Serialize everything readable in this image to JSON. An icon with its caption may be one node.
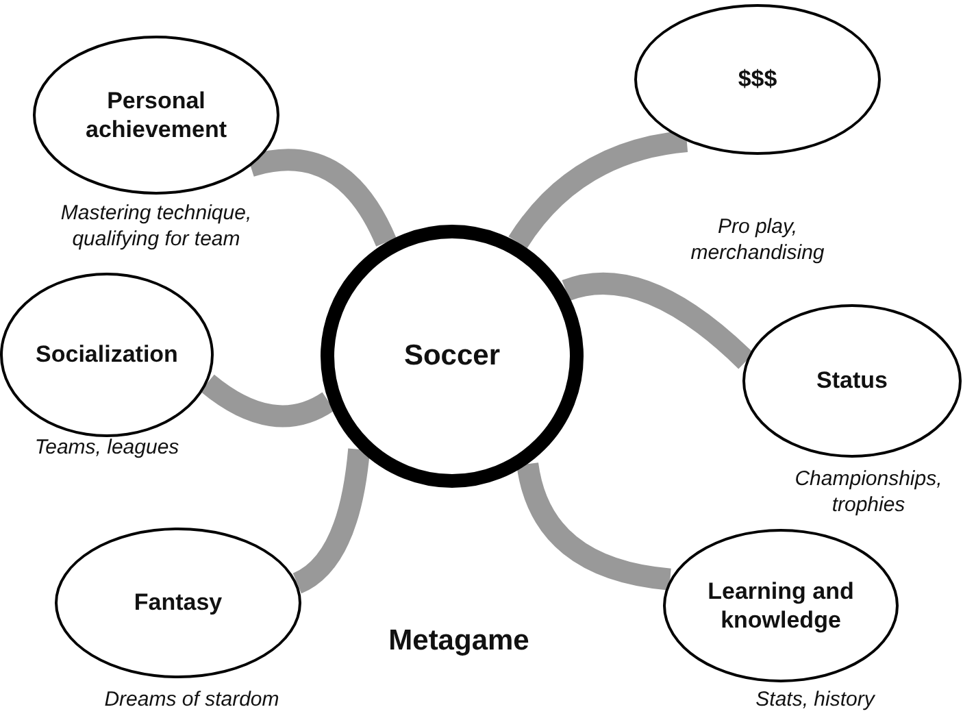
{
  "diagram": {
    "nodes": [
      {
        "text": [
          "Personal achievement"
        ],
        "beside": [
          "Mastering technique, qualifying for team"
        ]
      },
      {
        "text": [
          "$$$"
        ],
        "beside": [
          "Pro play, merchandising"
        ]
      },
      {
        "text": [
          "Soccer"
        ]
      },
      {
        "text": [
          "Socialization"
        ],
        "beside": [
          "Teams, leagues"
        ]
      },
      {
        "text": [
          "Status"
        ],
        "beside": [
          "Championships, trophies"
        ]
      },
      {
        "text": [
          "Fantasy"
        ],
        "beside": [
          "Dreams of stardom"
        ]
      },
      {
        "text": [
          "Learning and knowledge"
        ],
        "beside": [
          "Stats, history"
        ]
      }
    ],
    "edges": [
      {
        "from": 2,
        "to": 0,
        "arrow": "none"
      },
      {
        "from": 2,
        "to": 1,
        "arrow": "none"
      },
      {
        "from": 2,
        "to": 3,
        "arrow": "none"
      },
      {
        "from": 2,
        "to": 4,
        "arrow": "none"
      },
      {
        "from": 2,
        "to": 5,
        "arrow": "none"
      },
      {
        "from": 2,
        "to": 6,
        "arrow": "none"
      }
    ],
    "labels": [
      "Metagame"
    ]
  }
}
